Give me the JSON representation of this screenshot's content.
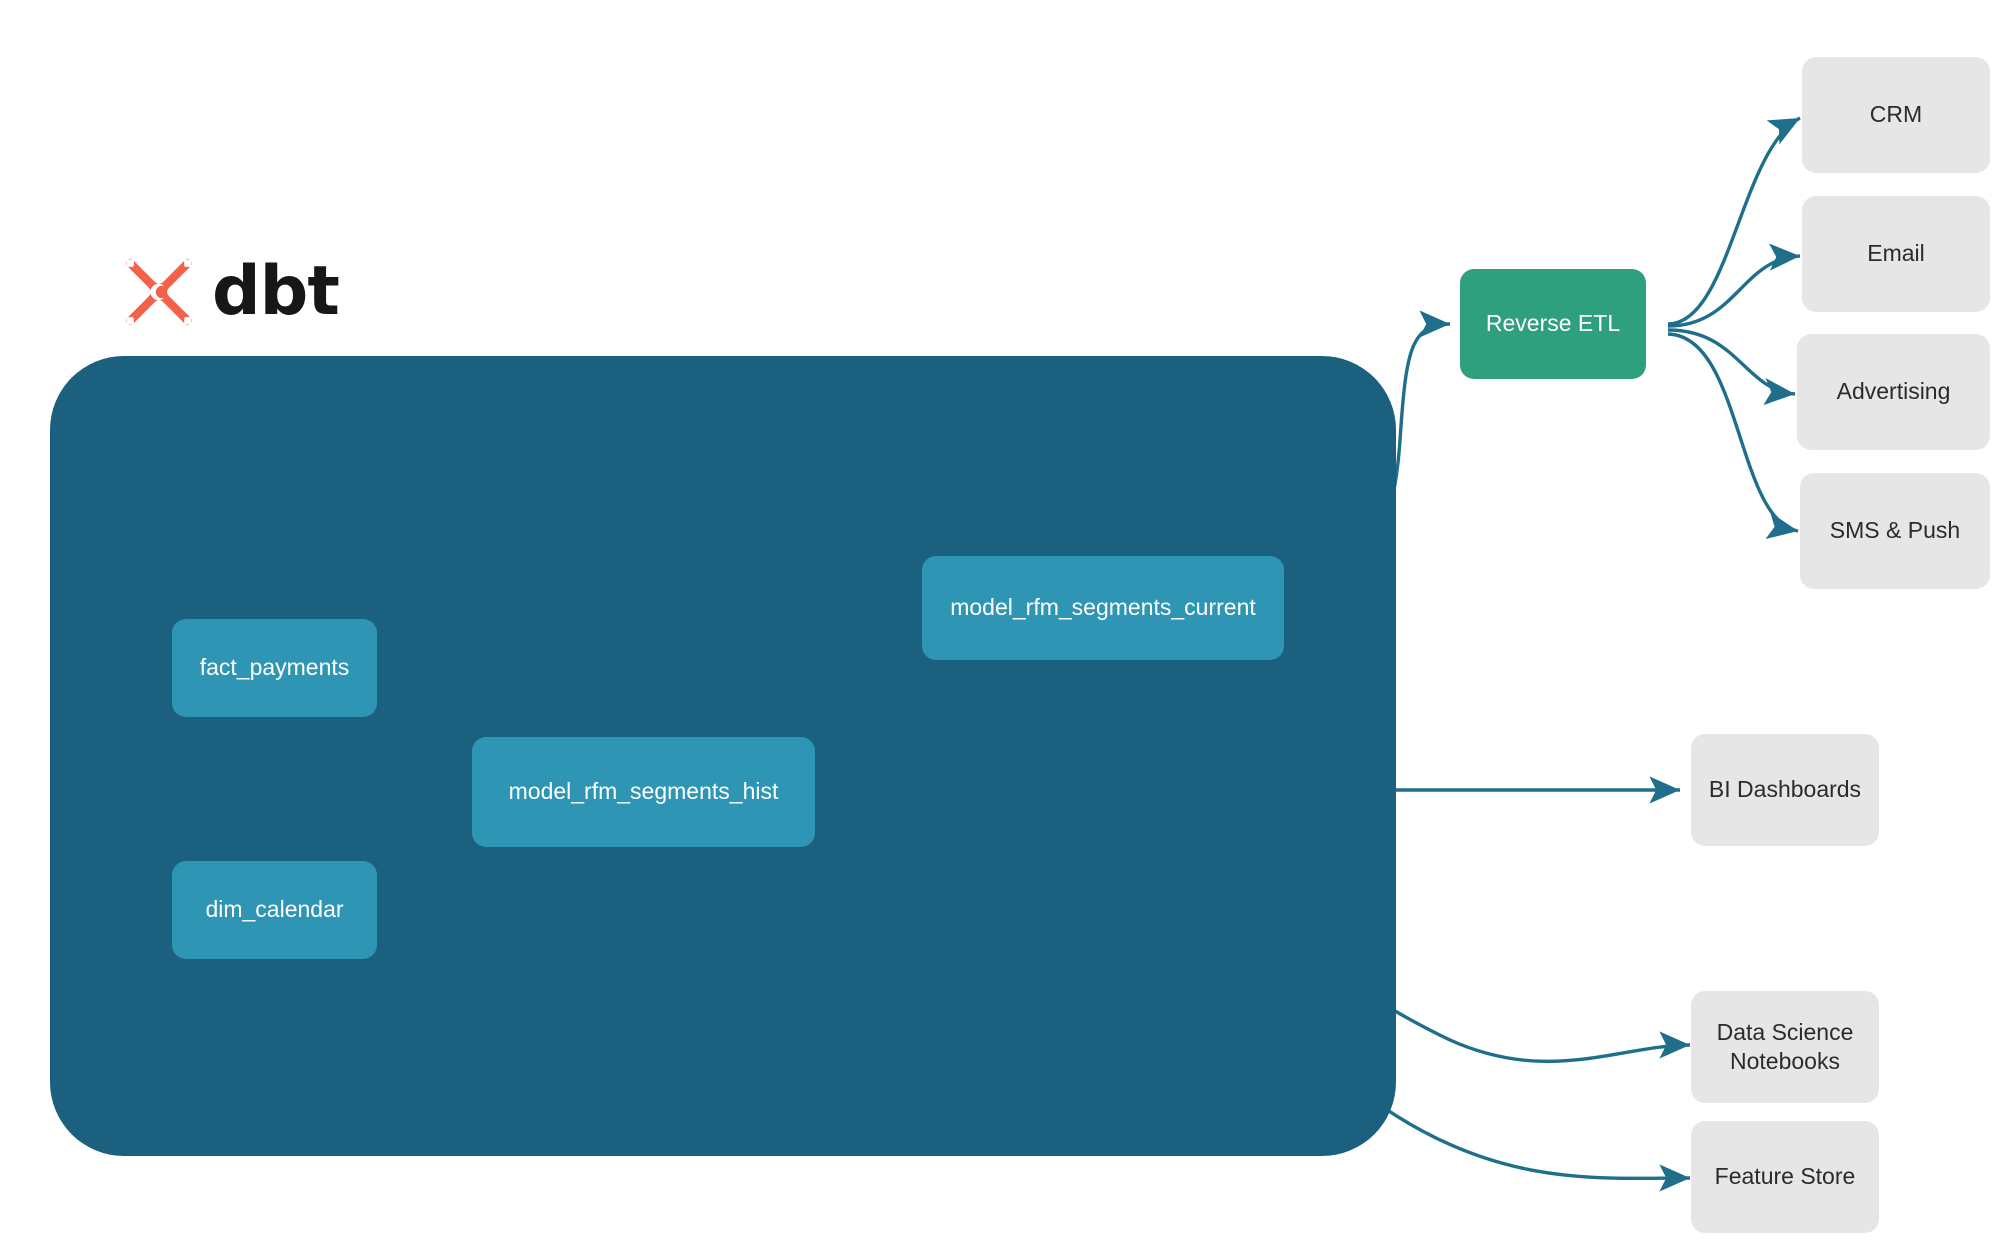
{
  "brand": {
    "wordmark": "dbt",
    "logo_icon": "dbt-x-logo-icon",
    "logo_color": "#f4614a"
  },
  "colors": {
    "container_fill": "#1b607f",
    "model_node_fill": "#2e95b4",
    "reverse_etl_fill": "#2fa07d",
    "destination_fill": "#e6e6e6",
    "edge_stroke": "#1f6e8c",
    "internal_edge_stroke": "#2a7f9e",
    "canvas_background": "#ffffff",
    "model_node_text": "#ffffff",
    "destination_text": "#2b2b2b"
  },
  "container": {
    "name": "dbt-project-container"
  },
  "models": {
    "sources": [
      {
        "id": "fact_payments",
        "label": "fact_payments"
      },
      {
        "id": "dim_calendar",
        "label": "dim_calendar"
      }
    ],
    "transform": {
      "id": "model_rfm_segments_hist",
      "label": "model_rfm_segments_hist"
    },
    "current": {
      "id": "model_rfm_segments_current",
      "label": "model_rfm_segments_current"
    }
  },
  "reverse_etl": {
    "id": "reverse_etl",
    "label": "Reverse ETL"
  },
  "activation_destinations": [
    {
      "id": "crm",
      "label": "CRM"
    },
    {
      "id": "email",
      "label": "Email"
    },
    {
      "id": "advertising",
      "label": "Advertising"
    },
    {
      "id": "sms_push",
      "label": "SMS & Push"
    }
  ],
  "analytics_destinations": [
    {
      "id": "bi_dashboards",
      "label": "BI Dashboards"
    },
    {
      "id": "data_science_notebooks",
      "label": "Data Science\nNotebooks"
    },
    {
      "id": "feature_store",
      "label": "Feature Store"
    }
  ],
  "edges": [
    {
      "from": "fact_payments",
      "to": "model_rfm_segments_hist"
    },
    {
      "from": "dim_calendar",
      "to": "model_rfm_segments_hist"
    },
    {
      "from": "model_rfm_segments_hist",
      "to": "model_rfm_segments_current"
    },
    {
      "from": "model_rfm_segments_current",
      "to": "reverse_etl"
    },
    {
      "from": "reverse_etl",
      "to": "crm"
    },
    {
      "from": "reverse_etl",
      "to": "email"
    },
    {
      "from": "reverse_etl",
      "to": "advertising"
    },
    {
      "from": "reverse_etl",
      "to": "sms_push"
    },
    {
      "from": "model_rfm_segments_hist",
      "to": "bi_dashboards"
    },
    {
      "from": "model_rfm_segments_hist",
      "to": "data_science_notebooks"
    },
    {
      "from": "model_rfm_segments_hist",
      "to": "feature_store"
    }
  ]
}
